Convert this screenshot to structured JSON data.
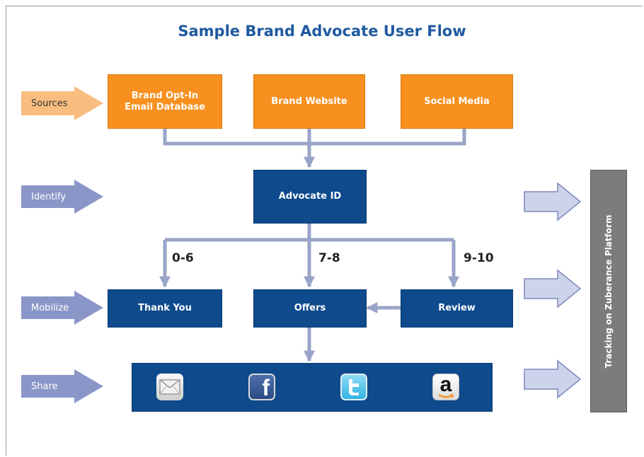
{
  "title": "Sample Brand Advocate User Flow",
  "stages": {
    "sources": "Sources",
    "identify": "Identify",
    "mobilize": "Mobilize",
    "share": "Share"
  },
  "sources": {
    "email": "Brand Opt-In\nEmail Database",
    "website": "Brand Website",
    "social": "Social Media"
  },
  "advocate_id": "Advocate ID",
  "scores": {
    "low": "0-6",
    "mid": "7-8",
    "high": "9-10"
  },
  "mobilize": {
    "thank_you": "Thank You",
    "offers": "Offers",
    "review": "Review"
  },
  "share_icons": [
    "email-icon",
    "facebook-icon",
    "twitter-icon",
    "amazon-icon"
  ],
  "share_icon_glyphs": {
    "facebook": "f",
    "amazon": "a"
  },
  "tracking": "Tracking on Zuberance Platform",
  "colors": {
    "orange": "#f7901e",
    "navy": "#0e4a8c",
    "title_blue": "#1f5aa0",
    "connector": "#9aa4c8",
    "stage_orange": "#f9bd7f",
    "stage_blue": "#8b96c8",
    "tracking_gray": "#7c7c7e"
  }
}
